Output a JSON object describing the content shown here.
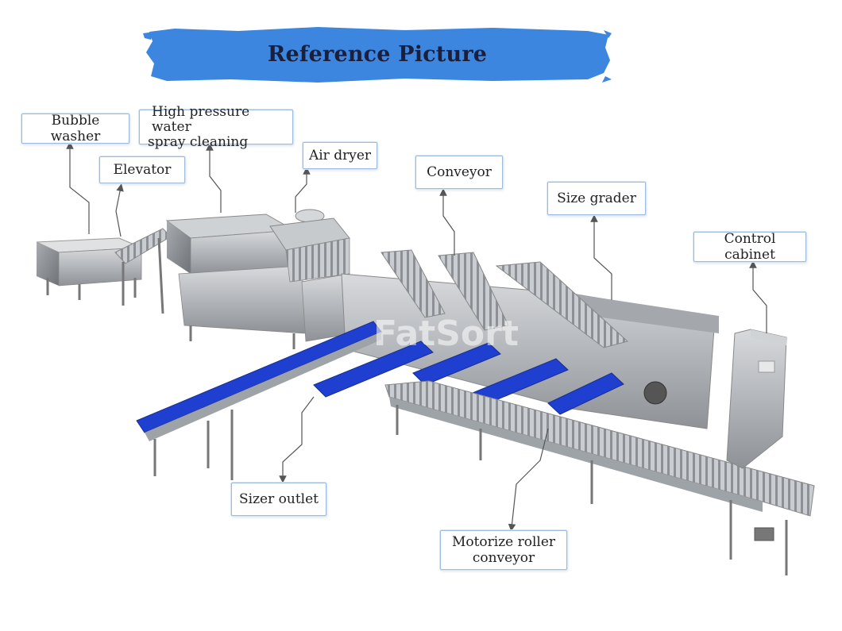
{
  "banner": {
    "title": "Reference Picture",
    "color": "#3c86e0"
  },
  "watermark": {
    "logo_text": "FatSort"
  },
  "labels": {
    "bubble_washer": "Bubble washer",
    "elevator": "Elevator",
    "high_pressure_line1": "High pressure water",
    "high_pressure_line2": "spray cleaning",
    "air_dryer": "Air dryer",
    "conveyor": "Conveyor",
    "size_grader": "Size grader",
    "control_cabinet": "Control cabinet",
    "sizer_outlet": "Sizer outlet",
    "motorize_line1": "Motorize roller",
    "motorize_line2": "conveyor"
  },
  "colors": {
    "label_border": "#9bbbe0",
    "steel": "#b9bcc0",
    "belt_blue": "#1f3fd1",
    "arrow": "#555555"
  }
}
